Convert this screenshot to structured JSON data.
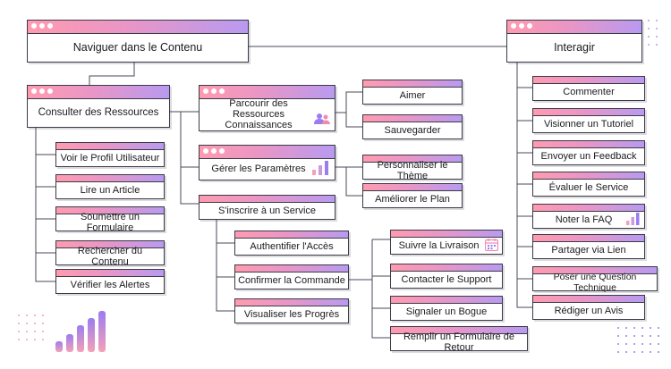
{
  "nodes": {
    "naviguer": "Naviguer dans le Contenu",
    "interagir": "Interagir",
    "consulter": "Consulter des Ressources",
    "parcourir": "Parcourir des Ressources Connaissances",
    "gerer": "Gérer les Paramètres",
    "inscrire": "S'inscrire à un Service",
    "aimer": "Aimer",
    "sauvegarder": "Sauvegarder",
    "personnaliser": "Personnaliser le Thème",
    "ameliorer": "Améliorer le Plan",
    "voir_profil": "Voir le Profil Utilisateur",
    "lire_article": "Lire un Article",
    "soumettre": "Soumettre un Formulaire",
    "rechercher": "Rechercher du Contenu",
    "verifier": "Vérifier les Alertes",
    "authentifier": "Authentifier l'Accès",
    "confirmer": "Confirmer la Commande",
    "visualiser": "Visualiser les Progrès",
    "suivre": "Suivre la Livraison",
    "contacter": "Contacter le Support",
    "signaler": "Signaler un Bogue",
    "remplir": "Remplir un Formulaire de Retour",
    "commenter": "Commenter",
    "visionner": "Visionner un Tutoriel",
    "envoyer": "Envoyer un Feedback",
    "evaluer": "Évaluer le Service",
    "noter": "Noter la FAQ",
    "partager": "Partager via Lien",
    "poser": "Poser une Question Technique",
    "rediger": "Rédiger un Avis"
  },
  "icons": {
    "parcourir": "users-icon",
    "gerer": "bar-chart-icon",
    "suivre": "calendar-icon",
    "noter": "bar-chart-icon"
  },
  "colors": {
    "bar_start": "#ff9bb0",
    "bar_end": "#b99af0",
    "border": "#3b3b48",
    "connector": "#4a4a58",
    "accent_purple": "#9b7df0",
    "accent_pink": "#f08ab0"
  }
}
